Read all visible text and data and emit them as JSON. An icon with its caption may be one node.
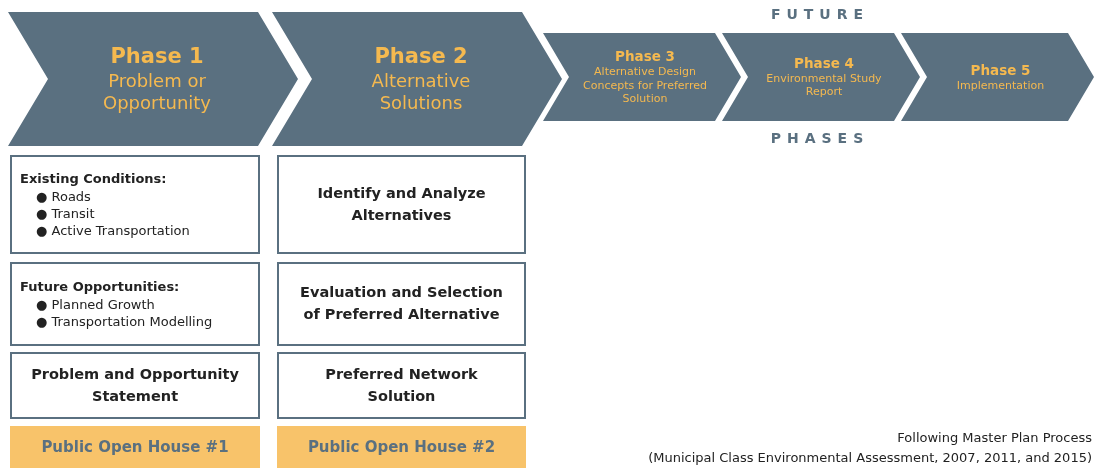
{
  "diagram": {
    "nodes": [
      {
        "text": [
          "Phase 1",
          "Problem or Opportunity"
        ]
      },
      {
        "text": [
          "Phase 2",
          "Alternative Solutions"
        ]
      },
      {
        "text": [
          "Phase 3",
          "Alternative Design Concepts for Preferred Solution"
        ]
      },
      {
        "text": [
          "Phase 4",
          "Environmental Study Report"
        ]
      },
      {
        "text": [
          "Phase 5",
          "Implementation"
        ]
      },
      {
        "text": [
          "Existing Conditions:",
          "● Roads",
          "● Transit",
          "● Active Transportation"
        ]
      },
      {
        "text": [
          "Future Opportunities:",
          "● Planned Growth",
          "● Transportation Modelling"
        ]
      },
      {
        "text": [
          "Problem and Opportunity Statement"
        ]
      },
      {
        "text": [
          "Public Open House #1"
        ]
      },
      {
        "text": [
          "Identify and Analyze Alternatives"
        ]
      },
      {
        "text": [
          "Evaluation and Selection of Preferred Alternative"
        ]
      },
      {
        "text": [
          "Preferred Network Solution"
        ]
      },
      {
        "text": [
          "Public Open House #2"
        ]
      }
    ],
    "labels": [
      "FUTURE",
      "PHASES",
      "Following Master Plan Process",
      "(Municipal Class Environmental Assessment, 2007, 2011, and 2015)"
    ]
  }
}
